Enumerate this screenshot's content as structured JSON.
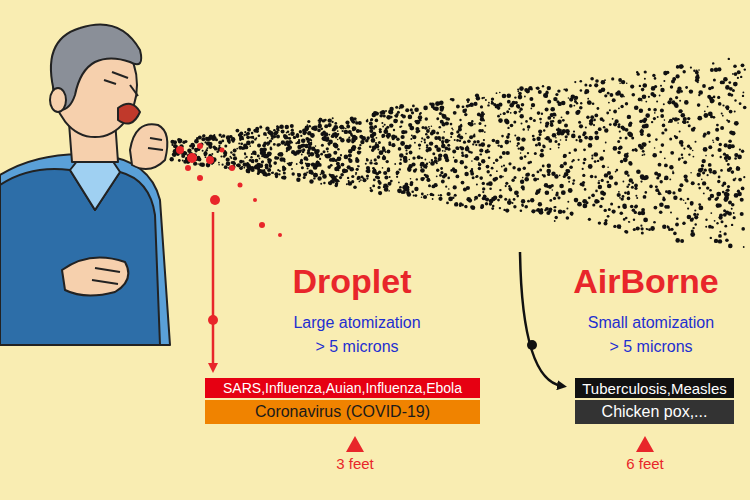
{
  "diagram": {
    "nodes": [
      {
        "text": [
          "SARS,Influenza,Auian,Influenza,Ebola"
        ]
      },
      {
        "text": [
          "Coronavirus (COVID-19)"
        ]
      },
      {
        "text": [
          "Tuberculosis,Measles"
        ]
      },
      {
        "text": [
          "Chicken pox,..."
        ]
      }
    ],
    "labels": [
      "Droplet",
      "Large atomization",
      "> 5 microns",
      "AirBorne",
      "Small atomization",
      "> 5 microns",
      "3 feet",
      "6 feet"
    ]
  }
}
